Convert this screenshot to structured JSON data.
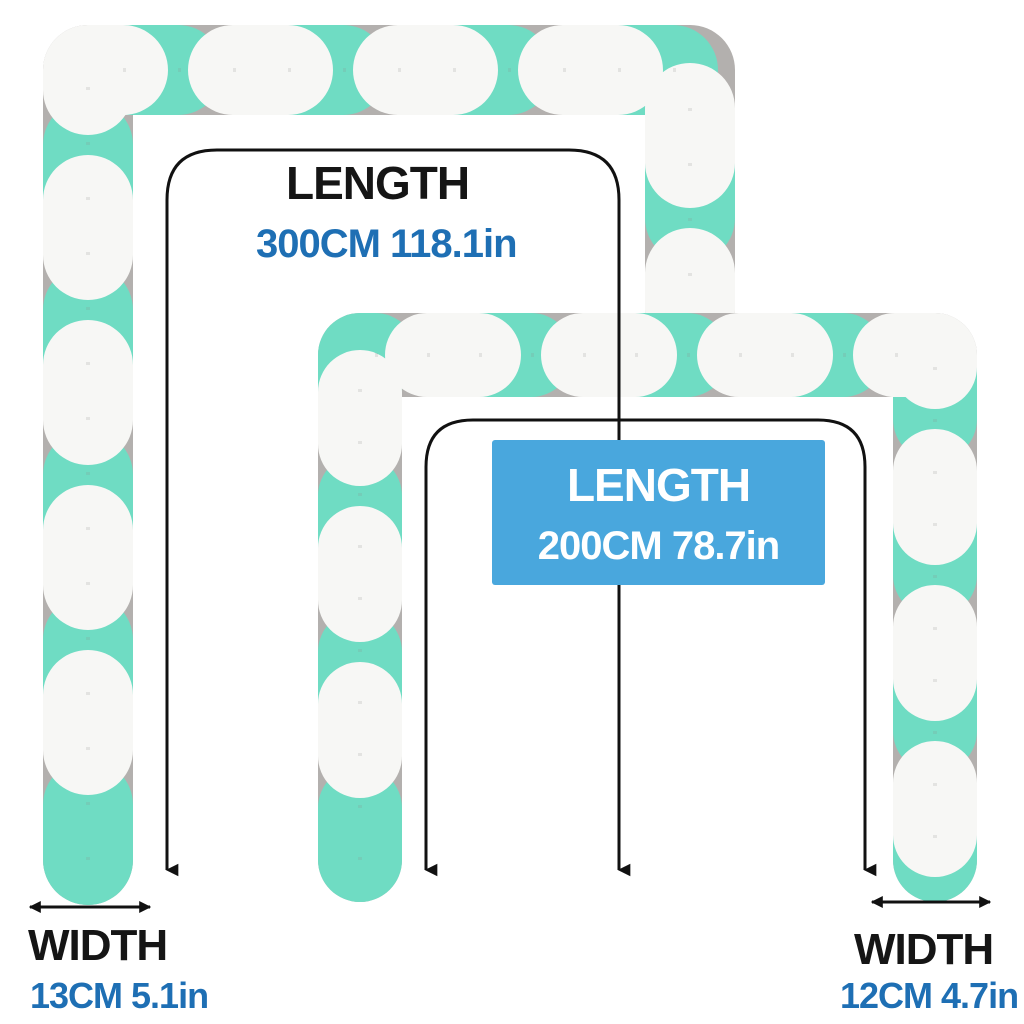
{
  "colors": {
    "mint": "#6fdcc3",
    "gray": "#b3b0ae",
    "white": "#f7f7f5",
    "label_dark": "#151515",
    "label_blue": "#1e6fb4",
    "highlight_box": "#49a7dd"
  },
  "bumpers": [
    {
      "name": "large-braided-bumper",
      "length_label": "LENGTH",
      "length_value": "300CM 118.1in",
      "width_label": "WIDTH",
      "width_value": "13CM 5.1in"
    },
    {
      "name": "small-braided-bumper",
      "length_label": "LENGTH",
      "length_value": "200CM 78.7in",
      "width_label": "WIDTH",
      "width_value": "12CM 4.7in"
    }
  ]
}
